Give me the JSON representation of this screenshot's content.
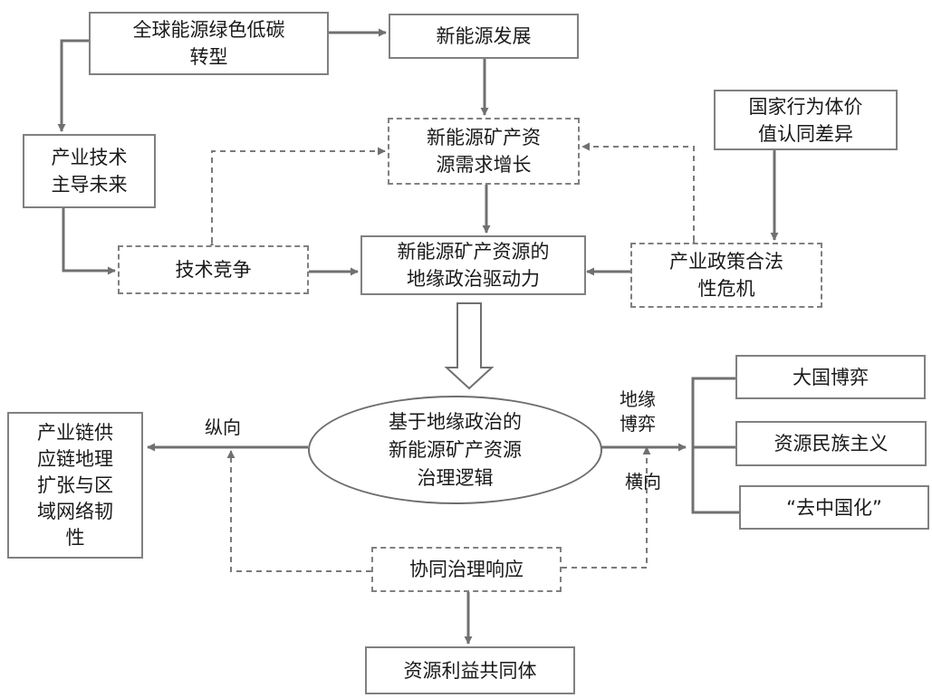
{
  "nodes": {
    "global_transition": "全球能源绿色低碳\n转型",
    "new_energy_development": "新能源发展",
    "industry_tech_future": "产业技术\n主导未来",
    "national_values_diff": "国家行为体价\n值认同差异",
    "mineral_demand_growth": "新能源矿产资\n源需求增长",
    "tech_competition": "技术竞争",
    "geopolitical_driver": "新能源矿产资源的\n地缘政治驱动力",
    "policy_legitimacy_crisis": "产业政策合法\n性危机",
    "governance_logic": "基于地缘政治的\n新能源矿产资源\n治理逻辑",
    "supply_chain_resilience": "产业链供\n应链地理\n扩张与区\n域网络韧\n性",
    "great_power_game": "大国博弈",
    "resource_nationalism": "资源民族主义",
    "de_sinicization": "“去中国化”",
    "collaborative_response": "协同治理响应",
    "resource_community": "资源利益共同体"
  },
  "labels": {
    "vertical": "纵向",
    "geopolitical_game": "地缘\n博弈",
    "horizontal": "横向"
  },
  "colors": {
    "line": "#707070",
    "border": "#808080",
    "text": "#1a1a1a"
  }
}
